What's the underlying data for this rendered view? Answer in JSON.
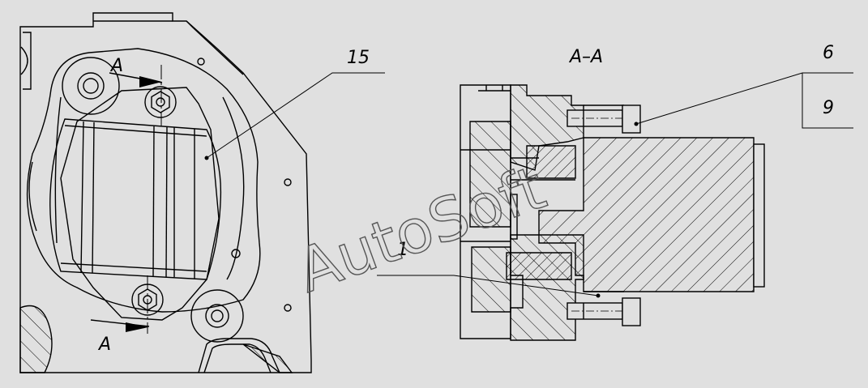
{
  "labels": {
    "section_title": "A–A",
    "callout_15": "15",
    "callout_6": "6",
    "callout_9": "9",
    "callout_1": "1",
    "section_mark_top": "A",
    "section_mark_bottom": "A"
  },
  "watermark": "AutoSoft",
  "colors": {
    "background": "#e0e0e0",
    "line": "#000000",
    "watermark": "#555555"
  }
}
